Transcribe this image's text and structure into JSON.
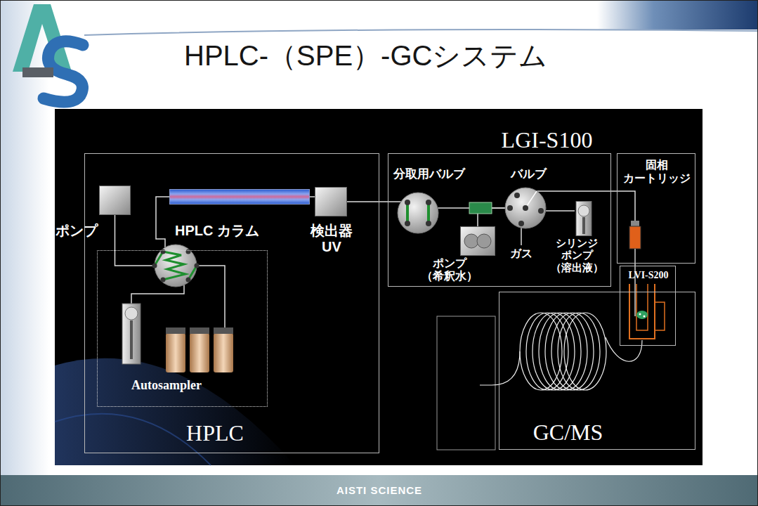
{
  "diagram": {
    "title": "HPLC-（SPE）-GCシステム",
    "nodes": [
      {
        "text": [
          "HPLC"
        ]
      },
      {
        "text": [
          "ポンプ"
        ],
        "in": 0
      },
      {
        "text": [
          "HPLC カラム"
        ],
        "in": 0
      },
      {
        "text": [
          "検出器 UV"
        ],
        "in": 0
      },
      {
        "text": [
          "Autosampler"
        ],
        "in": 0
      },
      {
        "text": [
          "LGI-S100"
        ]
      },
      {
        "text": [
          "分取用バルブ"
        ],
        "in": 5
      },
      {
        "text": [
          "バルブ"
        ],
        "in": 5
      },
      {
        "text": [
          "ポンプ （希釈水）"
        ],
        "in": 5
      },
      {
        "text": [
          "シリンジ ポンプ （溶出液）"
        ],
        "in": 5
      },
      {
        "text": [
          "固相 カートリッジ"
        ]
      },
      {
        "text": [
          "GC/MS"
        ]
      },
      {
        "text": [
          "LVI-S200"
        ]
      }
    ],
    "edges": [
      {
        "from": 1,
        "to": 2,
        "arrow": "none"
      },
      {
        "from": 2,
        "to": 3,
        "arrow": "none"
      },
      {
        "from": 3,
        "to": 6,
        "arrow": "none"
      },
      {
        "from": 6,
        "to": 7,
        "arrow": "none"
      },
      {
        "from": 8,
        "to": 7,
        "arrow": "none"
      },
      {
        "from": 9,
        "to": 7,
        "arrow": "none"
      },
      {
        "from": 7,
        "to": 10,
        "arrow": "none"
      },
      {
        "from": 10,
        "to": 12,
        "arrow": "none"
      }
    ],
    "labels": [
      "ガス",
      "AISTI SCIENCE"
    ]
  }
}
